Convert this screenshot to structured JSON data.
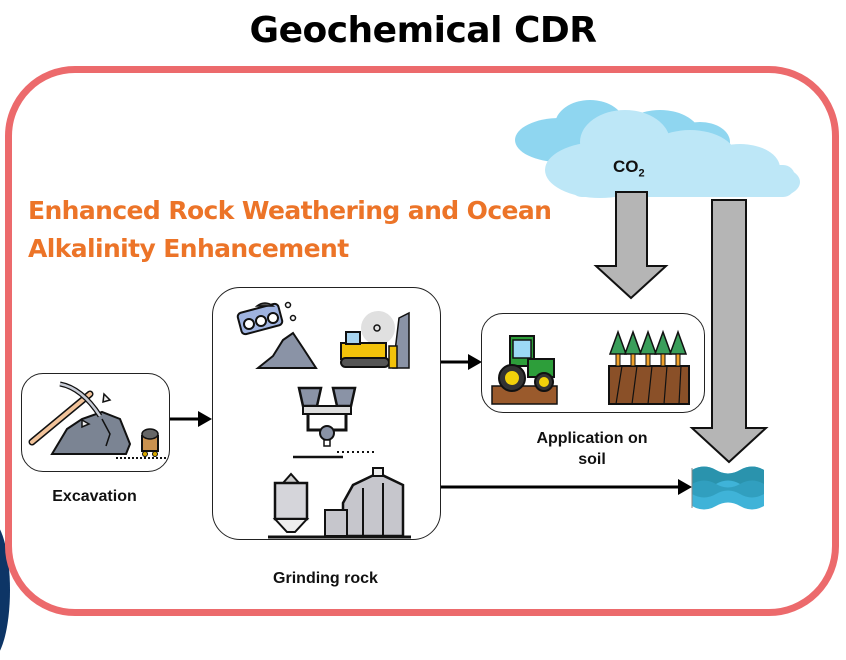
{
  "title": "Geochemical CDR",
  "subtitle": {
    "line1": "Enhanced Rock Weathering and Ocean",
    "line2": "Alkalinity Enhancement"
  },
  "atmosphere": {
    "label": "CO",
    "subscript": "2"
  },
  "steps": [
    {
      "label": "Excavation"
    },
    {
      "label": "Grinding rock"
    },
    {
      "label_line1": "Application on",
      "label_line2": "soil"
    }
  ],
  "colors": {
    "frame": "#ec6a6c",
    "subtitle": "#ec7428",
    "cloud": "#bfe8f7",
    "arrow_fill": "#b5b5b5",
    "water": "#3fb3d8"
  }
}
